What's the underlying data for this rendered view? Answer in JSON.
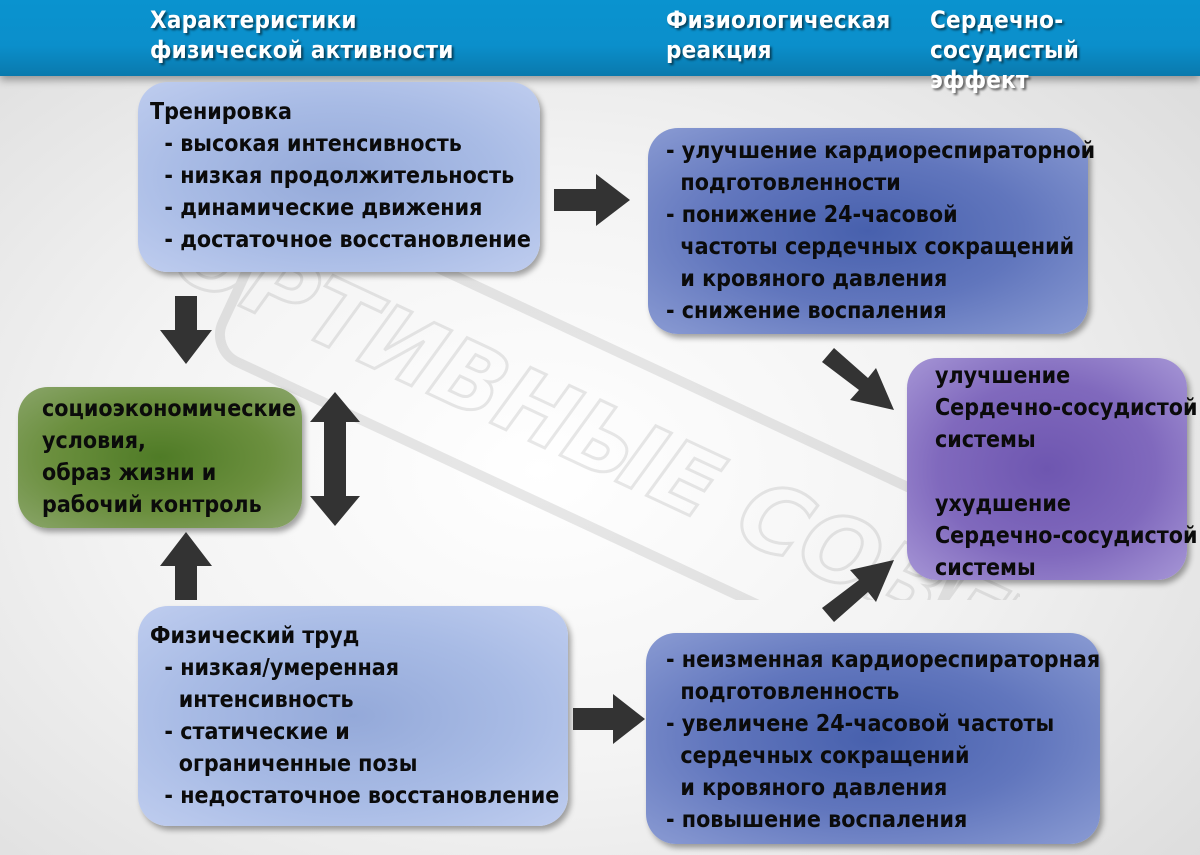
{
  "header": {
    "col1_line1": "Характеристики",
    "col1_line2": "физической активности",
    "col2_line1": "Физиологическая",
    "col2_line2": "реакция",
    "col3_line1": "Сердечно-сосудистый",
    "col3_line2": "эффект"
  },
  "watermark": {
    "text": "СПОРТИВНЫЕ СОВЕТЫ"
  },
  "training_box": {
    "lines": [
      "Тренировка",
      "  - высокая интенсивность",
      "  - низкая продолжительность",
      "  - динамические движения",
      "  - достаточное восстановление"
    ]
  },
  "positive_response_box": {
    "lines": [
      "- улучшение кардиореспираторной",
      "  подготовленности",
      "- понижение 24-часовой",
      "  частоты сердечных сокращений",
      "  и кровяного давления",
      "- снижение воспаления"
    ]
  },
  "socioeconomic_box": {
    "lines": [
      "социоэкономические",
      "условия,",
      "образ жизни и",
      "рабочий контроль"
    ]
  },
  "effect_box": {
    "lines": [
      "улучшение",
      "Сердечно-сосудистой",
      "системы",
      "",
      "ухудшение",
      "Сердечно-сосудистой",
      "системы"
    ]
  },
  "physical_labor_box": {
    "lines": [
      "Физический труд",
      "  - низкая/умеренная",
      "    интенсивность",
      "  - статические и",
      "    ограниченные позы",
      "  - недостаточное восстановление"
    ]
  },
  "negative_response_box": {
    "lines": [
      "- неизменная кардиореспираторная",
      "  подготовленность",
      "- увеличене 24-часовой частоты",
      "  сердечных сокращений",
      "  и кровяного давления",
      "- повышение воспаления"
    ]
  },
  "colors": {
    "header_blue": "#0b8fcb",
    "arrow": "#333333",
    "light_box": "#a8bbe5",
    "blue_box": "#6176bd",
    "green_box": "#6b8f3e",
    "purple_box": "#8069bd"
  }
}
